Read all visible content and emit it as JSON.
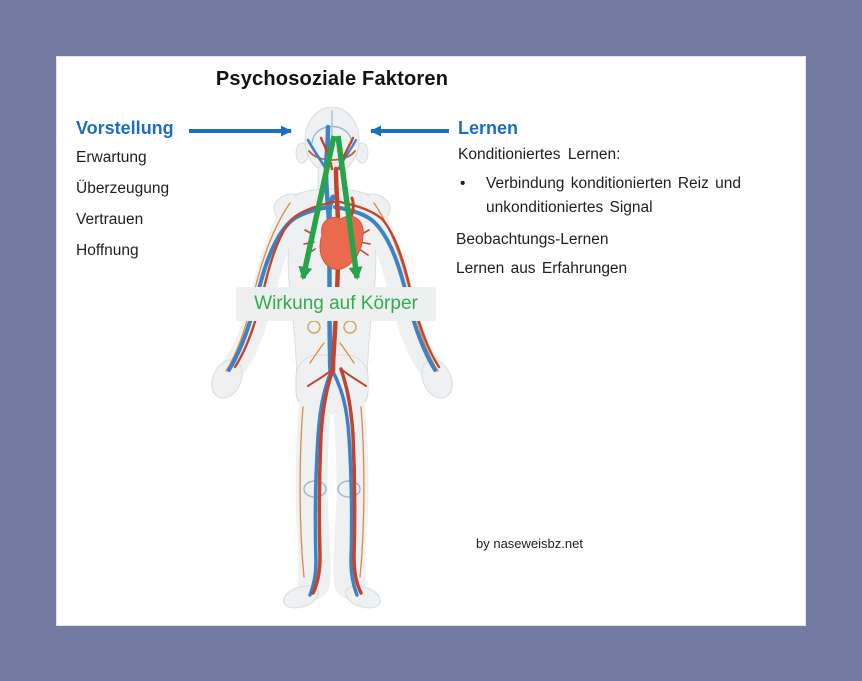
{
  "page": {
    "background_color": "#737BA2",
    "card_color": "#FFFFFF"
  },
  "title": "Psychosoziale Faktoren",
  "left_panel": {
    "heading": "Vorstellung",
    "items": [
      "Erwartung",
      "Überzeugung",
      "Vertrauen",
      "Hoffnung"
    ]
  },
  "right_panel": {
    "heading": "Lernen",
    "sub_heading": "Konditioniertes Lernen:",
    "bullet_marker": "•",
    "bullet": "Verbindung konditionierten Reiz und unkonditioniertes Signal",
    "items": [
      "Beobachtungs-Lernen",
      "Lernen aus Erfahrungen"
    ]
  },
  "body_label": "Wirkung auf Körper",
  "credit": "by naseweisbz.net",
  "icons": {
    "figure": "human-circulatory-figure",
    "left_arrow": "arrow-right-icon",
    "right_arrow": "arrow-left-icon",
    "green_arrows": "arrow-down-icon"
  },
  "colors": {
    "heading_blue": "#1B6FC3",
    "arrow_blue": "#1B6FC3",
    "green": "#2EAD4E",
    "arrow_green": "#27A349",
    "artery_red": "#C4432C",
    "vein_blue": "#3F82C4",
    "heart": "#EA6A4E",
    "text": "#1E1E1E"
  }
}
